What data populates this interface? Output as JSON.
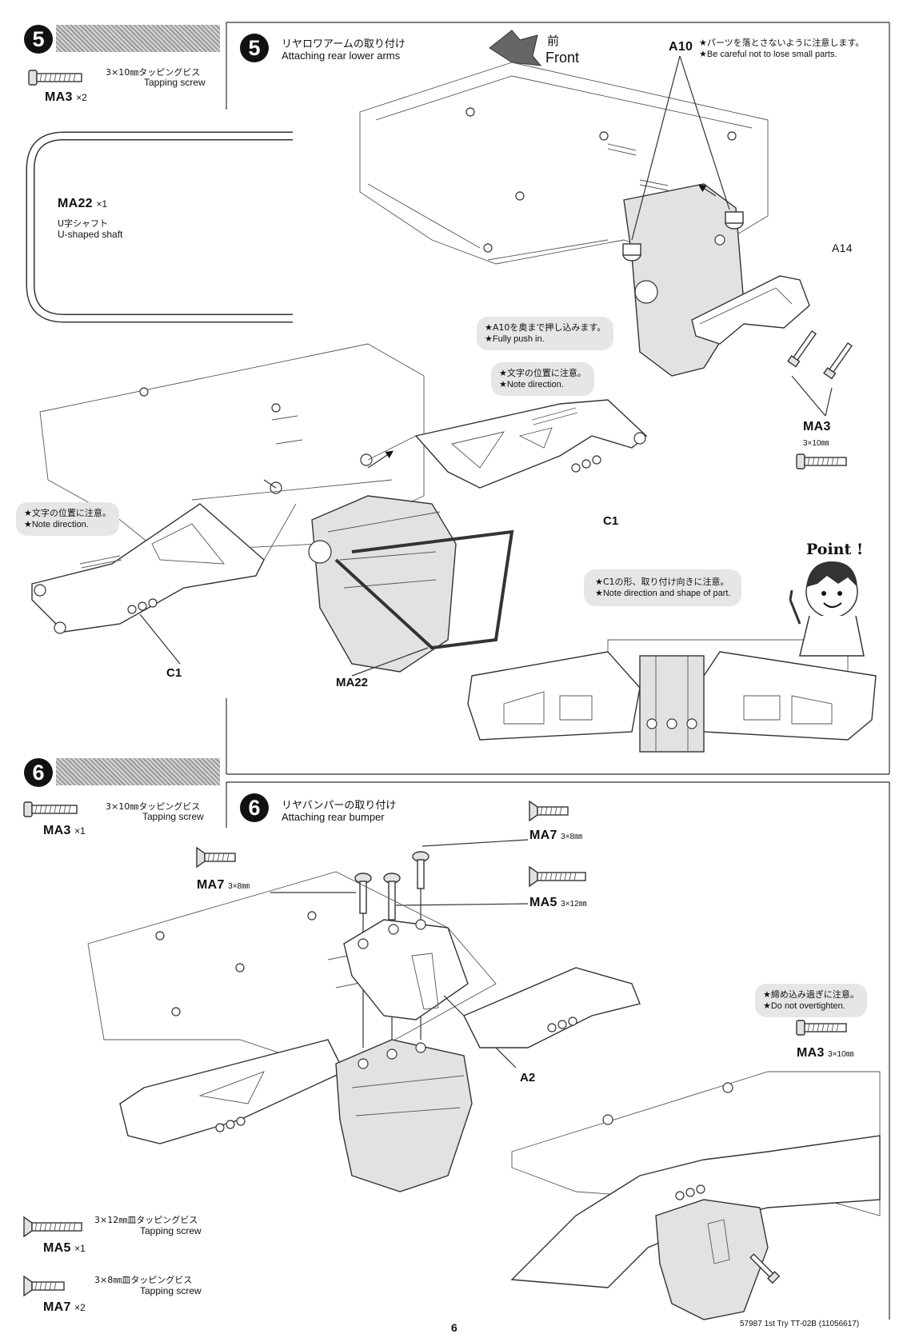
{
  "step5": {
    "number": "5",
    "parts": [
      {
        "code": "MA3",
        "qty": "×2",
        "jp": "3×10㎜タッピングビス",
        "en": "Tapping screw"
      },
      {
        "code": "MA22",
        "qty": "×1",
        "jp": "U字シャフト",
        "en": "U-shaped shaft"
      }
    ],
    "title_jp": "リヤロワアームの取り付け",
    "title_en": "Attaching rear lower arms",
    "front_jp": "前",
    "front_en": "Front",
    "a10_note_jp": "★パーツを落とさないように注意します。",
    "a10_note_en": "★Be careful not to lose small parts.",
    "labels": {
      "a10": "A10",
      "a14": "A14",
      "ma3": "MA3",
      "ma3_size": "3×10㎜",
      "c1_left": "C1",
      "c1_right": "C1",
      "ma22": "MA22"
    },
    "notes": [
      {
        "jp": "★A10を奥まで押し込みます。",
        "en": "★Fully push in."
      },
      {
        "jp": "★文字の位置に注意。",
        "en": "★Note direction."
      },
      {
        "jp": "★文字の位置に注意。",
        "en": "★Note direction."
      }
    ],
    "point_label": "Point !",
    "point_note_jp": "★C1の形、取り付け向きに注意。",
    "point_note_en": "★Note direction and shape of part."
  },
  "step6": {
    "number": "6",
    "parts": [
      {
        "code": "MA3",
        "qty": "×1",
        "jp": "3×10㎜タッピングビス",
        "en": "Tapping screw"
      },
      {
        "code": "MA5",
        "qty": "×1",
        "jp": "3×12㎜皿タッピングビス",
        "en": "Tapping screw"
      },
      {
        "code": "MA7",
        "qty": "×2",
        "jp": "3×8㎜皿タッピングビス",
        "en": "Tapping screw"
      }
    ],
    "title_jp": "リヤバンパーの取り付け",
    "title_en": "Attaching rear bumper",
    "labels": {
      "ma7_right": "MA7",
      "ma7_right_size": "3×8㎜",
      "ma7_left": "MA7",
      "ma7_left_size": "3×8㎜",
      "ma5": "MA5",
      "ma5_size": "3×12㎜",
      "a2": "A2",
      "ma3": "MA3",
      "ma3_size": "3×10㎜"
    },
    "note_jp": "★締め込み過ぎに注意。",
    "note_en": "★Do not overtighten."
  },
  "footer": {
    "page_number": "6",
    "product": "57987 1st Try TT-02B (11056617)"
  }
}
